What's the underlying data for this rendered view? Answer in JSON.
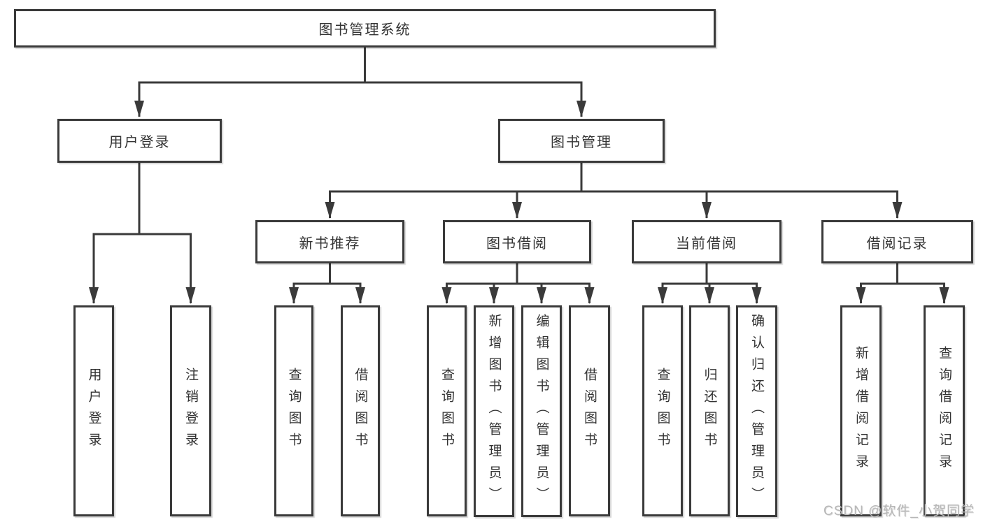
{
  "tree": {
    "root": {
      "label": "图书管理系统",
      "children": [
        {
          "label": "用户登录",
          "children": [
            {
              "label": "用户登录"
            },
            {
              "label": "注销登录"
            }
          ]
        },
        {
          "label": "图书管理",
          "children": [
            {
              "label": "新书推荐",
              "children": [
                {
                  "label": "查询图书"
                },
                {
                  "label": "借阅图书"
                }
              ]
            },
            {
              "label": "图书借阅",
              "children": [
                {
                  "label": "查询图书"
                },
                {
                  "label": "新增图书（管理员）"
                },
                {
                  "label": "编辑图书（管理员）"
                },
                {
                  "label": "借阅图书"
                }
              ]
            },
            {
              "label": "当前借阅",
              "children": [
                {
                  "label": "查询图书"
                },
                {
                  "label": "归还图书"
                },
                {
                  "label": "确认归还（管理员）"
                }
              ]
            },
            {
              "label": "借阅记录",
              "children": [
                {
                  "label": "新增借阅记录"
                },
                {
                  "label": "查询借阅记录"
                }
              ]
            }
          ]
        }
      ]
    }
  },
  "watermark": {
    "text": "CSDN @软件_小贺同学"
  },
  "colors": {
    "line": "#3a3a3a",
    "box_border": "#3a3a3a",
    "box_fill": "#ffffff",
    "text": "#333333",
    "watermark": "#b7b7b7"
  }
}
